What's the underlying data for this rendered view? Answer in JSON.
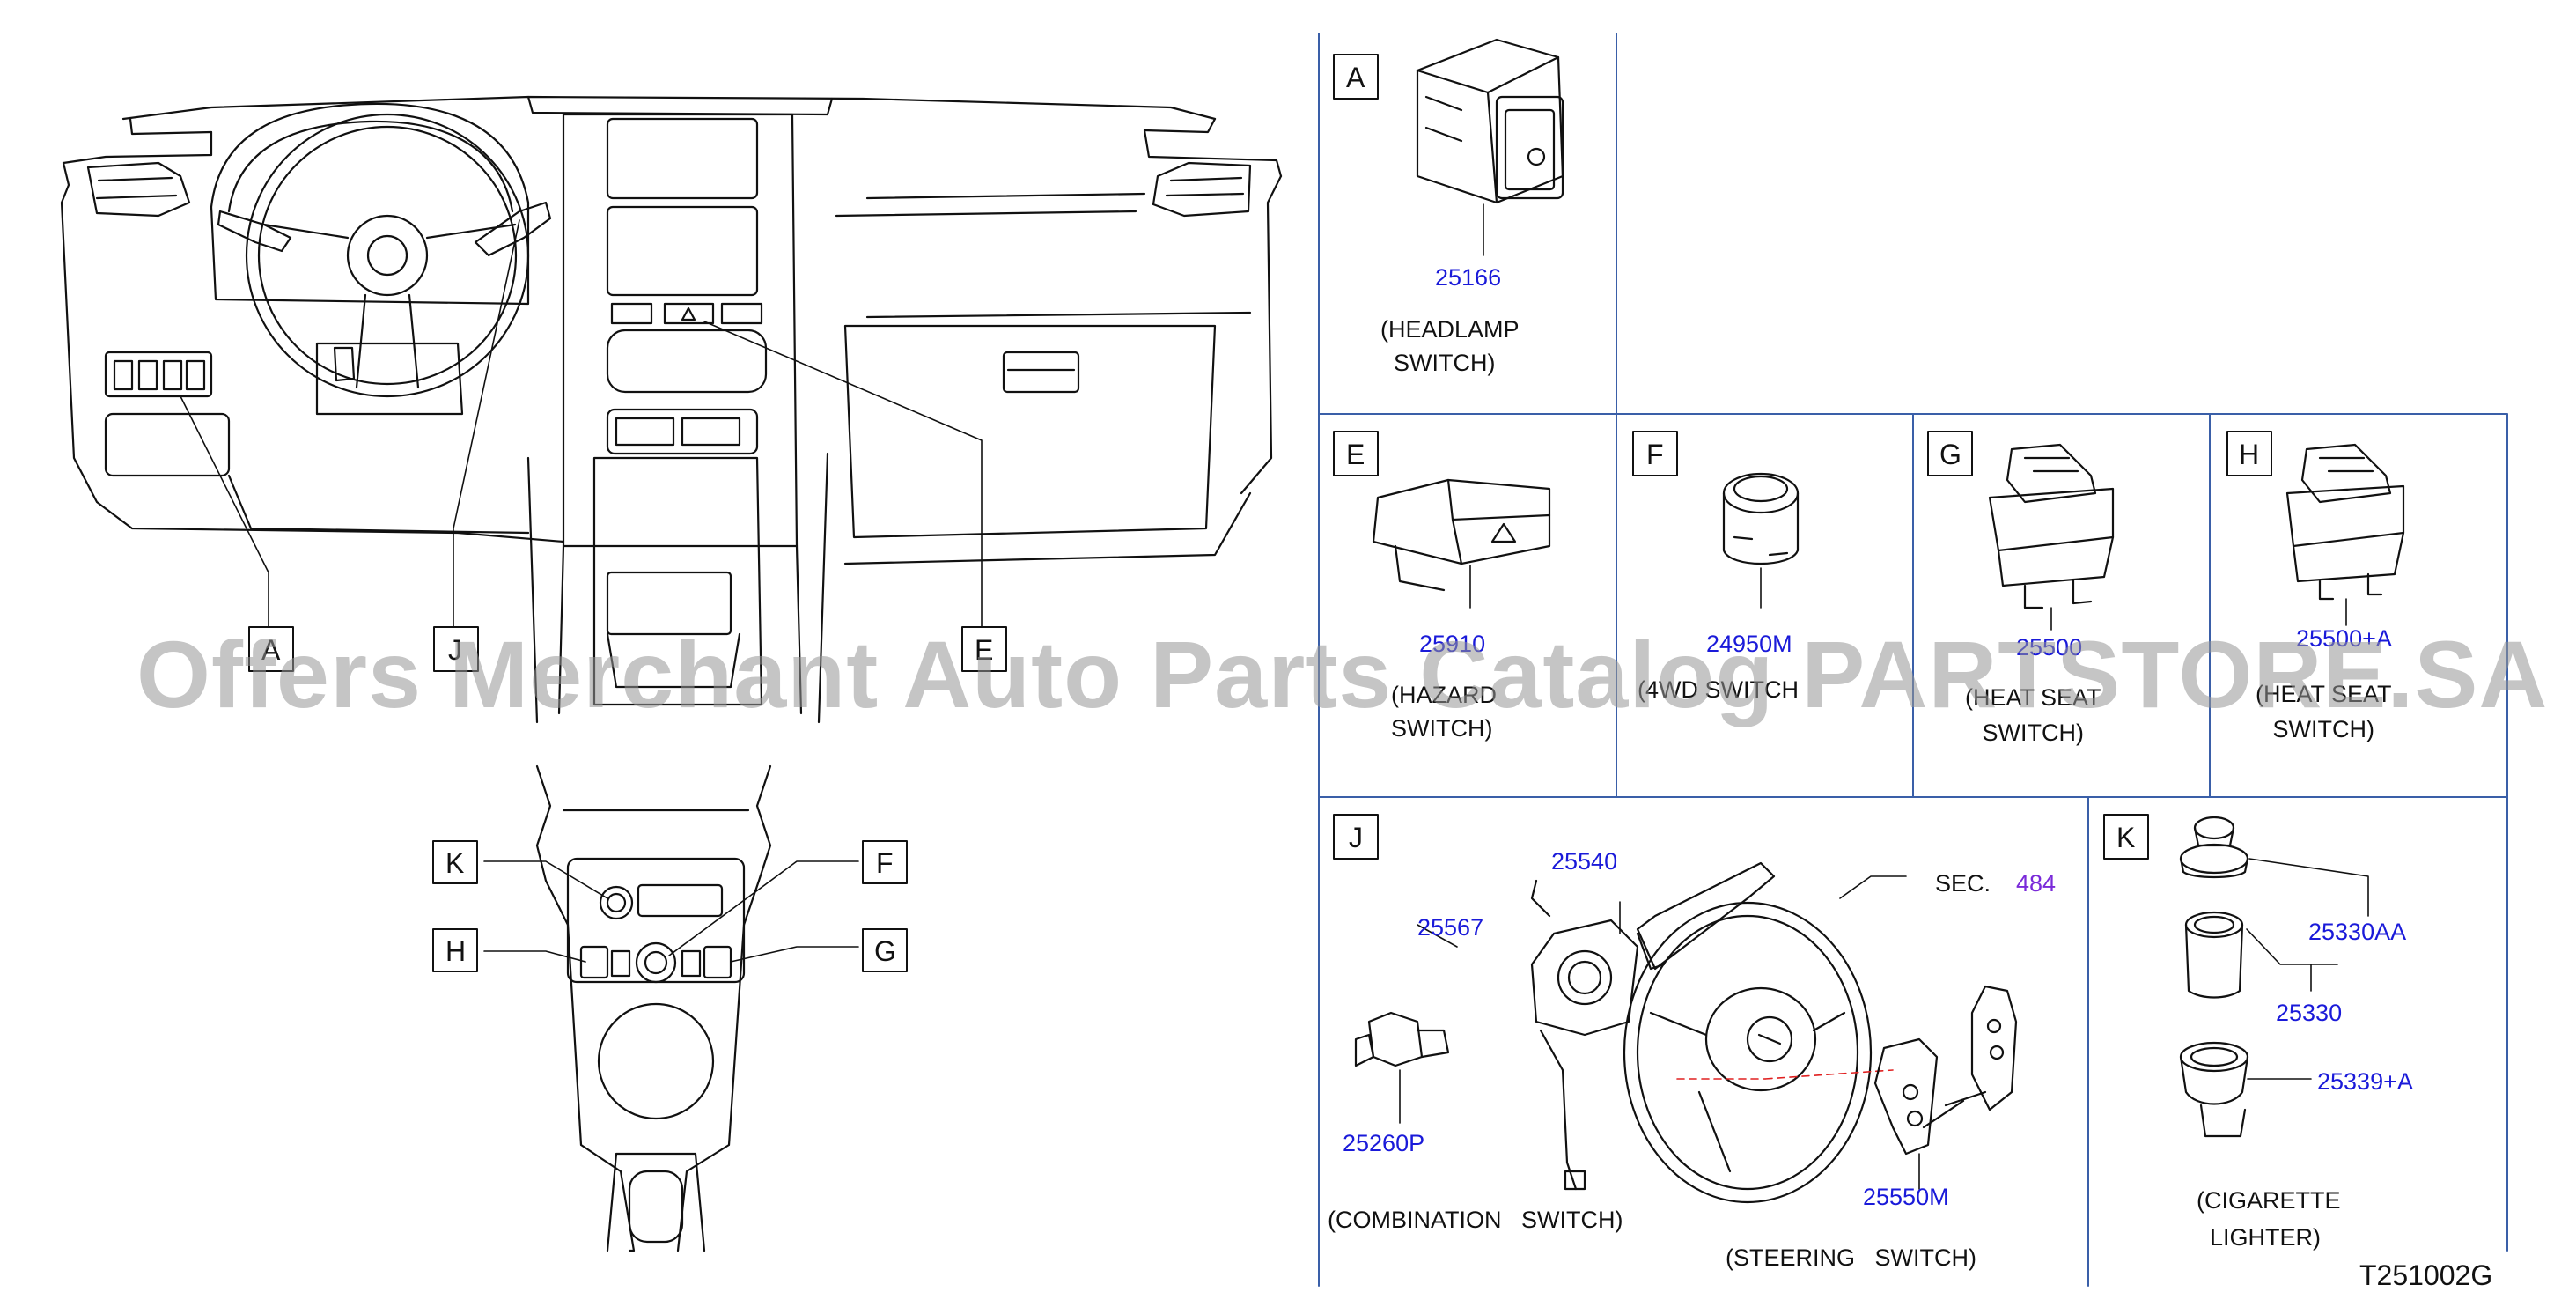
{
  "watermark": "Offers Merchant Auto Parts Catalog PARTSTORE.SA",
  "diagram_id": "T251002G",
  "overview": {
    "callouts": [
      "A",
      "J",
      "E"
    ],
    "console_callouts": [
      "K",
      "F",
      "H",
      "G"
    ]
  },
  "panels": {
    "A": {
      "letter": "A",
      "part": "25166",
      "label": "(HEADLAMP\n  SWITCH)"
    },
    "E": {
      "letter": "E",
      "part": "25910",
      "label": "(HAZARD\nSWITCH)"
    },
    "F": {
      "letter": "F",
      "part": "24950M",
      "label": "(4WD SWITCH"
    },
    "G": {
      "letter": "G",
      "part": "25500",
      "label": "(HEAT SEAT\nSWITCH)"
    },
    "H": {
      "letter": "H",
      "part": "25500+A",
      "label": "(HEAT SEAT\nSWITCH)"
    },
    "J": {
      "letter": "J",
      "parts": {
        "p25540": "25540",
        "p25567": "25567",
        "p25260P": "25260P",
        "p25550M": "25550M"
      },
      "sec": "SEC.",
      "sec_num": "484",
      "combination_label": "(COMBINATION   SWITCH)",
      "steering_label": "(STEERING   SWITCH)"
    },
    "K": {
      "letter": "K",
      "parts": {
        "p25330AA": "25330AA",
        "p25330": "25330",
        "p25339A": "25339+A"
      },
      "label": "(CIGARETTE\n  LIGHTER)"
    }
  },
  "colors": {
    "line": "#111111",
    "panel_border": "#3a5fa8",
    "part_number": "#1a1ad9",
    "sec_number": "#7a2ad9",
    "leader_dash": "#e02020"
  }
}
